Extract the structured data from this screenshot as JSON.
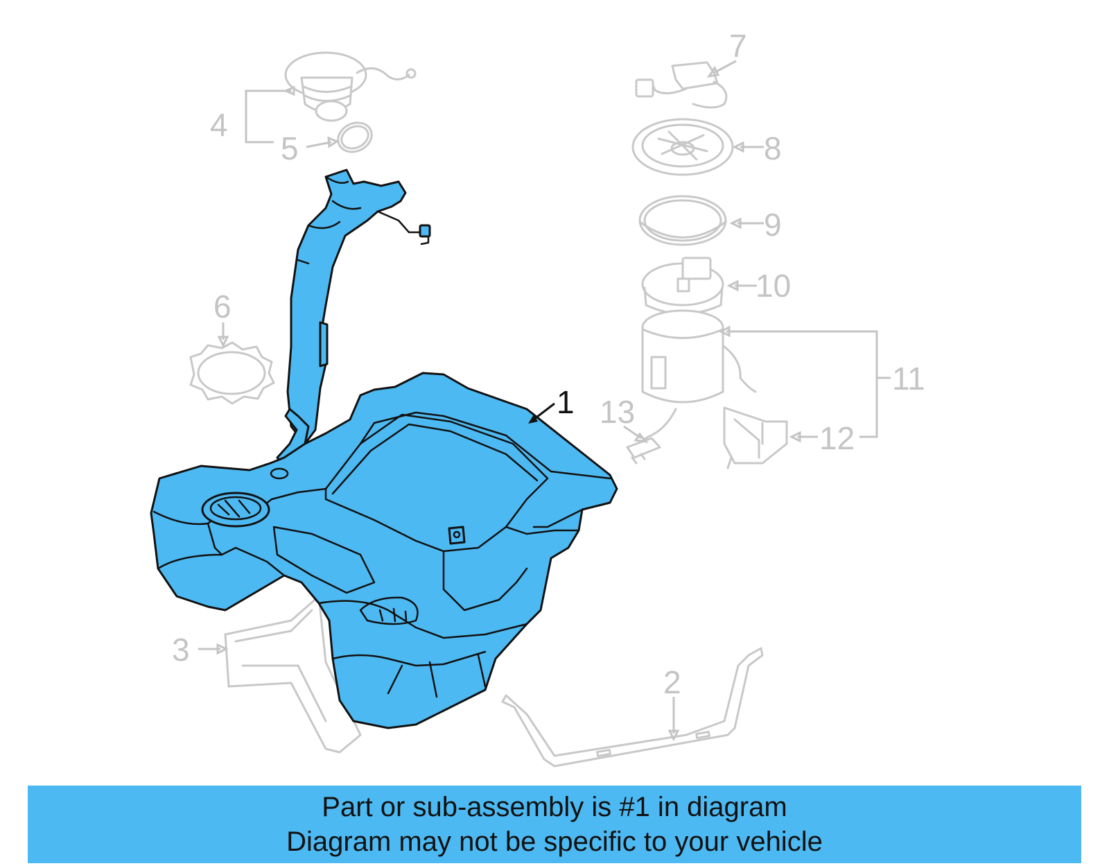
{
  "diagram": {
    "highlight_color": "#4db9f2",
    "highlighted_part": "1",
    "callouts": [
      "1",
      "2",
      "3",
      "4",
      "5",
      "6",
      "7",
      "8",
      "9",
      "10",
      "11",
      "12",
      "13"
    ]
  },
  "banner": {
    "line1": "Part or sub-assembly is #1 in diagram",
    "line2": "Diagram may not be specific to your vehicle"
  }
}
